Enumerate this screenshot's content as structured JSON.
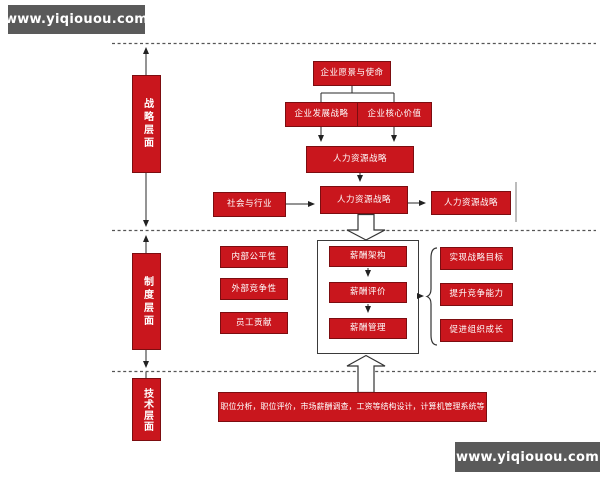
{
  "watermarks": {
    "top_left": "www.yiqiouou.com",
    "bottom_right": "www.yiqiouou.com"
  },
  "colors": {
    "box_red": "#c9161d",
    "box_border": "#7c0d10",
    "watermark_bg": "#5a5a5a",
    "line": "#2a2a2a",
    "dashed_line": "#555555"
  },
  "levels": {
    "strategy": "战略层面",
    "system": "制度层面",
    "technical": "技术层面"
  },
  "strategy_section": {
    "vision": "企业愿景与使命",
    "development": "企业发展战略",
    "core_value": "企业核心价值",
    "hr_strategy": "人力资源战略",
    "society_industry": "社会与行业",
    "hr_strategy_mid": "人力资源战略",
    "hr_strategy_right": "人力资源战略"
  },
  "system_section": {
    "principles": [
      "内部公平性",
      "外部竞争性",
      "员工贡献"
    ],
    "compensation": [
      "薪酬架构",
      "薪酬评价",
      "薪酬管理"
    ],
    "goals": [
      "实现战略目标",
      "提升竞争能力",
      "促进组织成长"
    ]
  },
  "technical_section": {
    "tools": "职位分析，职位评价，市场薪酬调查，工资等结构设计，计算机管理系统等"
  }
}
